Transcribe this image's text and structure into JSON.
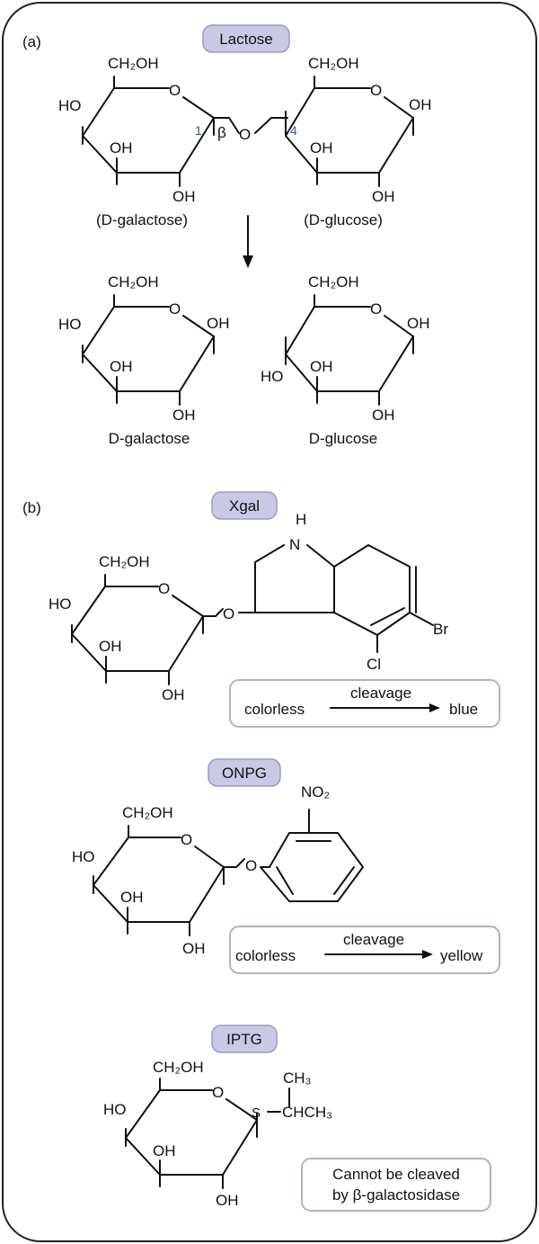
{
  "colors": {
    "pill_fill": "#c9c9e6",
    "pill_stroke": "#9a9ac8",
    "box_stroke": "#b0b0d0",
    "frame": "#222222",
    "number": "#2b5aa6"
  },
  "panel_a": {
    "label": "(a)",
    "title": "Lactose",
    "sugar_left_name": "(D-galactose)",
    "sugar_right_name": "(D-glucose)",
    "product_left_name": "D-galactose",
    "product_right_name": "D-glucose",
    "carbon_1": "1",
    "carbon_4": "4",
    "beta": "β"
  },
  "panel_b": {
    "label": "(b)",
    "xgal": {
      "title": "Xgal",
      "from": "colorless",
      "arrow_label": "cleavage",
      "to": "blue"
    },
    "onpg": {
      "title": "ONPG",
      "from": "colorless",
      "arrow_label": "cleavage",
      "to": "yellow"
    },
    "iptg": {
      "title": "IPTG",
      "note_line1": "Cannot be cleaved",
      "note_line2": "by β-galactosidase"
    }
  },
  "atoms": {
    "ch2oh": "CH₂OH",
    "oh": "OH",
    "ho": "HO",
    "o": "O",
    "h": "H",
    "n": "N",
    "br": "Br",
    "cl": "Cl",
    "no2": "NO₂",
    "s": "S",
    "ch3": "CH₃",
    "chch3": "CHCH₃"
  }
}
